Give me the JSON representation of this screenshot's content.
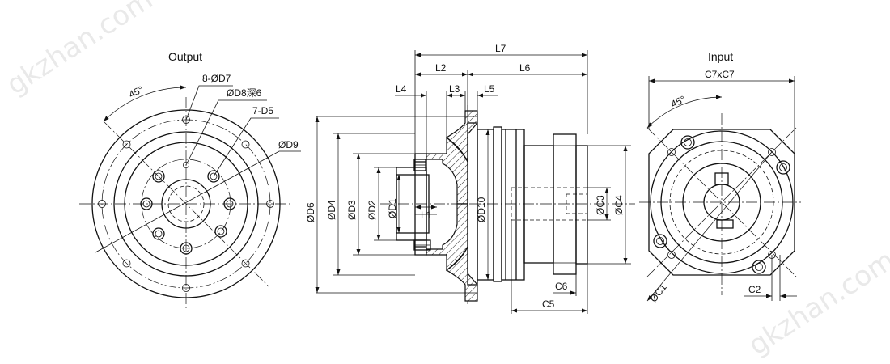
{
  "views": {
    "output_title": "Output",
    "input_title": "Input"
  },
  "output_labels": {
    "angle": "45°",
    "d7": "8-ØD7",
    "d8": "ØD8深6",
    "d5": "7-D5",
    "d9": "ØD9"
  },
  "side_labels": {
    "l7": "L7",
    "l2": "L2",
    "l6": "L6",
    "l4": "L4",
    "l3": "L3",
    "l5": "L5",
    "l1": "L1",
    "d6": "ØD6",
    "d4": "ØD4",
    "d3": "ØD3",
    "d2": "ØD2",
    "d1": "ØD1",
    "d10": "ØD10",
    "c3": "ØC3",
    "c4": "ØC4",
    "c6": "C6",
    "c5": "C5"
  },
  "input_labels": {
    "c7": "C7xC7",
    "angle": "45°",
    "c1": "ØC1",
    "c2": "C2"
  },
  "watermarks": {
    "top_left": "gkzhan.com",
    "bottom_right": "gkzhan.com"
  }
}
